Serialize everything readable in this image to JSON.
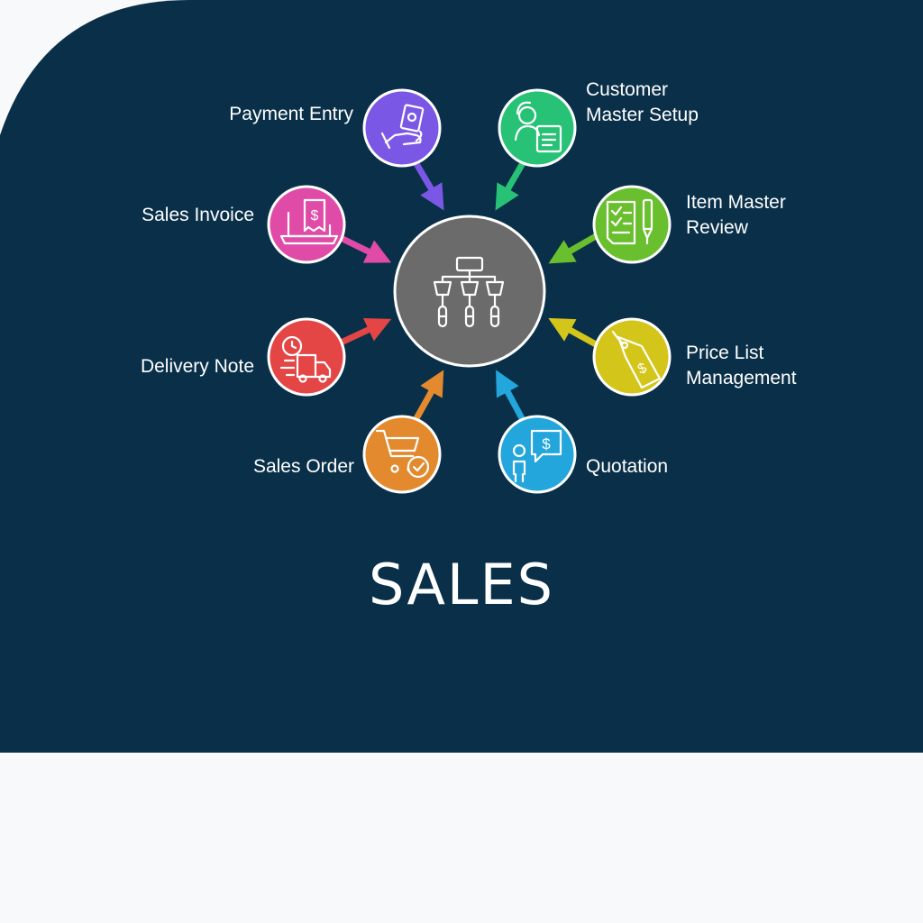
{
  "title": "SALES",
  "colors": {
    "background": "#0a3049",
    "page": "#f8f9fb",
    "hub": "#6b6b6b",
    "payment_entry": "#7b57e6",
    "customer_master_setup": "#27c276",
    "sales_invoice": "#e04ba8",
    "item_master_review": "#69bf2e",
    "delivery_note": "#e44545",
    "price_list_management": "#d4c51a",
    "sales_order": "#e28a2d",
    "quotation": "#22a6dc"
  },
  "hub": {
    "icon": "hierarchy-icon"
  },
  "nodes": {
    "payment_entry": {
      "label": "Payment Entry",
      "icon": "hand-cash-icon"
    },
    "customer_master_setup": {
      "line1": "Customer",
      "line2": "Master Setup",
      "icon": "customer-document-icon"
    },
    "sales_invoice": {
      "label": "Sales Invoice",
      "icon": "invoice-laptop-icon"
    },
    "item_master_review": {
      "line1": "Item Master",
      "line2": "Review",
      "icon": "checklist-pen-icon"
    },
    "delivery_note": {
      "label": "Delivery Note",
      "icon": "delivery-truck-icon"
    },
    "price_list_management": {
      "line1": "Price List",
      "line2": "Management",
      "icon": "price-tag-icon"
    },
    "sales_order": {
      "label": "Sales Order",
      "icon": "cart-check-icon"
    },
    "quotation": {
      "label": "Quotation",
      "icon": "person-quote-icon"
    }
  }
}
